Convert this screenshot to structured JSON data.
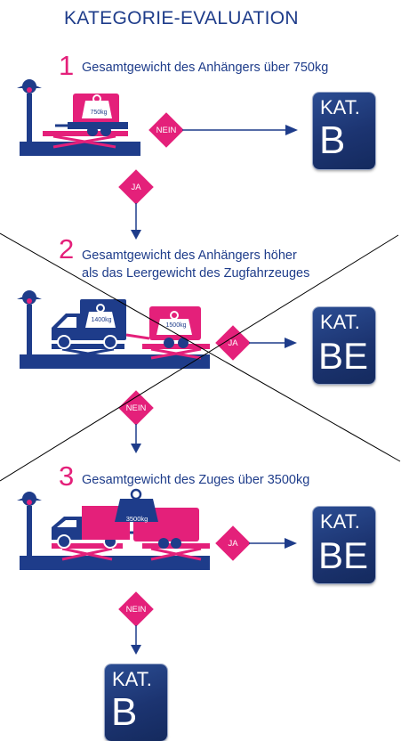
{
  "title": "KATEGORIE-EVALUATION",
  "steps": [
    {
      "number": "1",
      "text_line1": "Gesamtgewicht des Anhängers über 750kg",
      "text_line2": "",
      "weight": "750kg"
    },
    {
      "number": "2",
      "text_line1": "Gesamtgewicht des Anhängers höher",
      "text_line2": "als das Leergewicht des Zugfahrzeuges",
      "weight_vehicle": "1400kg",
      "weight_trailer": "1500kg"
    },
    {
      "number": "3",
      "text_line1": "Gesamtgewicht des Zuges über 3500kg",
      "text_line2": "",
      "weight": "3500kg"
    }
  ],
  "decisions": {
    "nein": "NEIN",
    "ja": "JA"
  },
  "categories": {
    "b": {
      "line1": "KAT.",
      "line2": "B"
    },
    "be": {
      "line1": "KAT.",
      "line2": "BE"
    }
  },
  "colors": {
    "navy": "#1e3c8a",
    "pink": "#e4207a"
  }
}
